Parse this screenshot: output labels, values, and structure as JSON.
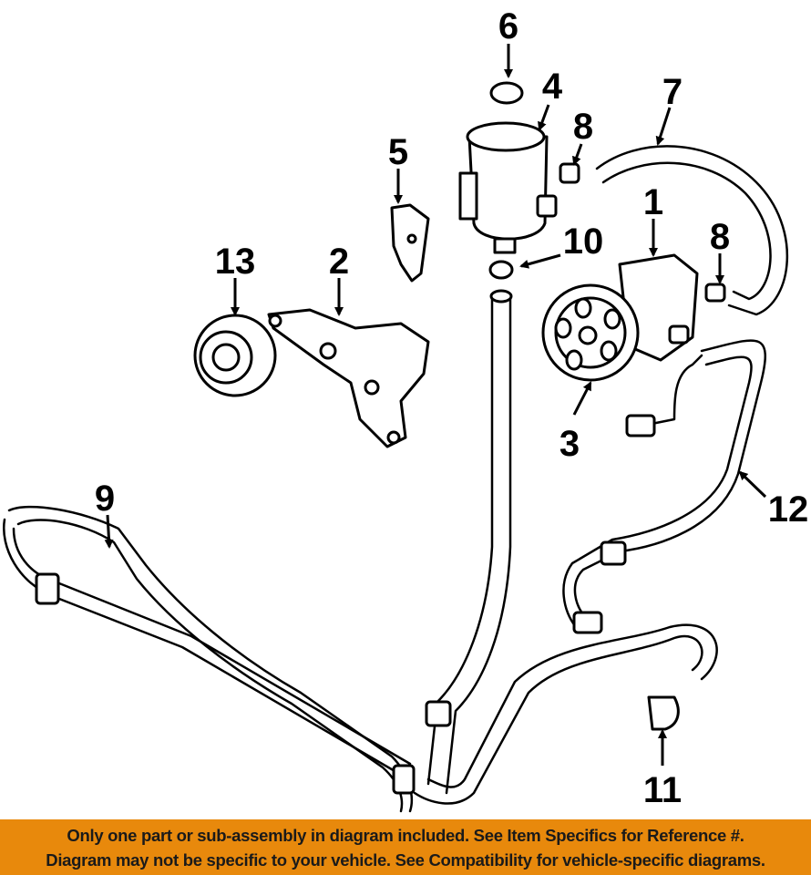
{
  "callouts": [
    {
      "id": "1",
      "text": "1"
    },
    {
      "id": "2",
      "text": "2"
    },
    {
      "id": "3",
      "text": "3"
    },
    {
      "id": "4",
      "text": "4"
    },
    {
      "id": "5",
      "text": "5"
    },
    {
      "id": "6",
      "text": "6"
    },
    {
      "id": "7",
      "text": "7"
    },
    {
      "id": "8a",
      "text": "8"
    },
    {
      "id": "8b",
      "text": "8"
    },
    {
      "id": "9",
      "text": "9"
    },
    {
      "id": "10",
      "text": "10"
    },
    {
      "id": "11",
      "text": "11"
    },
    {
      "id": "12",
      "text": "12"
    },
    {
      "id": "13",
      "text": "13"
    }
  ],
  "banner": {
    "line1": "Only one part or sub-assembly in diagram included. See Item Specifics for Reference #.",
    "line2": "Diagram may not be specific to your vehicle. See Compatibility for vehicle-specific diagrams.",
    "color": "#E8890C"
  }
}
